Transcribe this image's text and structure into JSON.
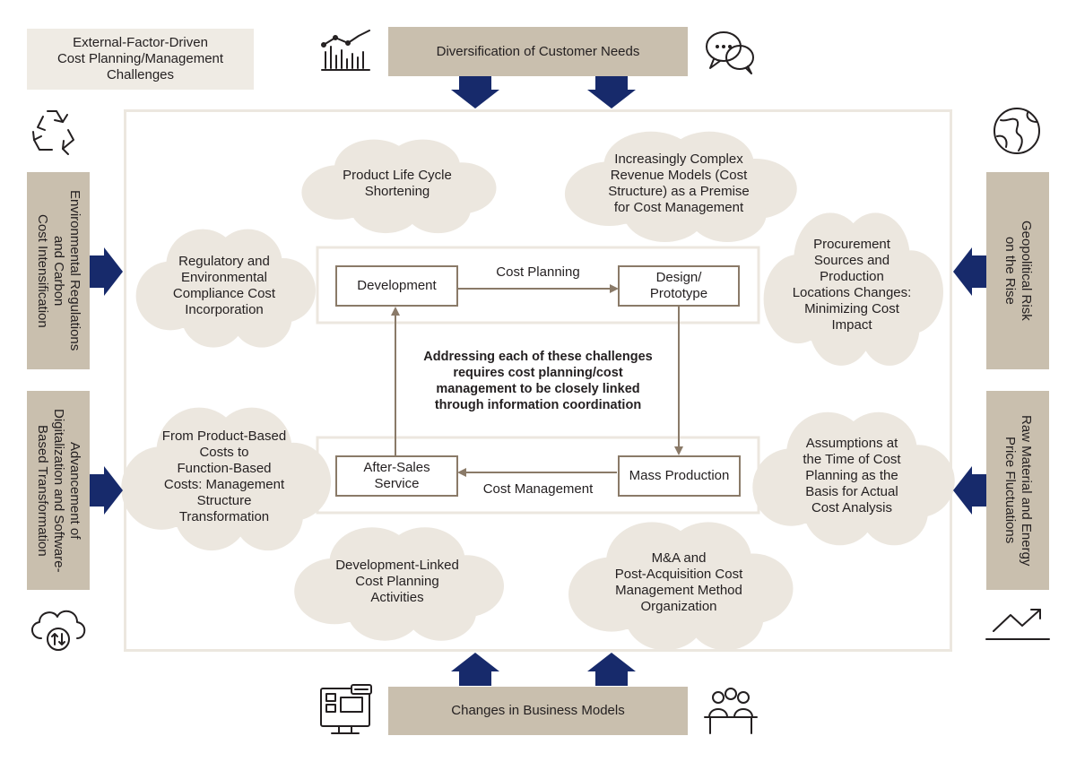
{
  "title": "External-Factor-Driven\nCost Planning/Management\nChallenges",
  "factors": {
    "top": "Diversification of Customer Needs",
    "bottom": "Changes in Business Models",
    "left_upper": "Environmental Regulations\nand Carbon\nCost Intensification",
    "left_lower": "Advancement of\nDigitalization and Software-\nBased Transformation",
    "right_upper": "Geopolitical Risk\non the Rise",
    "right_lower": "Raw Material and Energy\nPrice Fluctuations"
  },
  "clouds": {
    "top_left": "Product Life Cycle\nShortening",
    "top_right": "Increasingly Complex\nRevenue Models (Cost\nStructure) as a Premise\nfor Cost Management",
    "mid_left": "Regulatory and\nEnvironmental\nCompliance Cost\nIncorporation",
    "mid_right": "Procurement\nSources and\nProduction\nLocations Changes:\nMinimizing Cost\nImpact",
    "low_left": "From Product-Based\nCosts to\nFunction-Based\nCosts: Management\nStructure\nTransformation",
    "low_right": "Assumptions at\nthe Time of Cost\nPlanning as the\nBasis for Actual\nCost Analysis",
    "bottom_left": "Development-Linked\nCost Planning\nActivities",
    "bottom_right": "M&A and\nPost-Acquisition Cost\nManagement Method\nOrganization"
  },
  "stages": {
    "development": "Development",
    "design": "Design/\nPrototype",
    "mass": "Mass Production",
    "aftersales": "After-Sales\nService"
  },
  "flows": {
    "planning": "Cost Planning",
    "management": "Cost Management"
  },
  "center_message": "Addressing each of these challenges\nrequires cost planning/cost\nmanagement to be closely linked\nthrough information coordination",
  "icons": [
    "chart-icon",
    "chat-bubbles-icon",
    "recycle-icon",
    "globe-icon",
    "cloud-sync-icon",
    "rising-trend-icon",
    "dashboard-monitor-icon",
    "meeting-icon"
  ],
  "colors": {
    "arrow": "#172a6b",
    "factor_fill": "#c9bfae",
    "title_fill": "#efebe4",
    "cloud_fill": "#ece7df",
    "frame": "#ece7df",
    "connector": "#8a7a68"
  }
}
